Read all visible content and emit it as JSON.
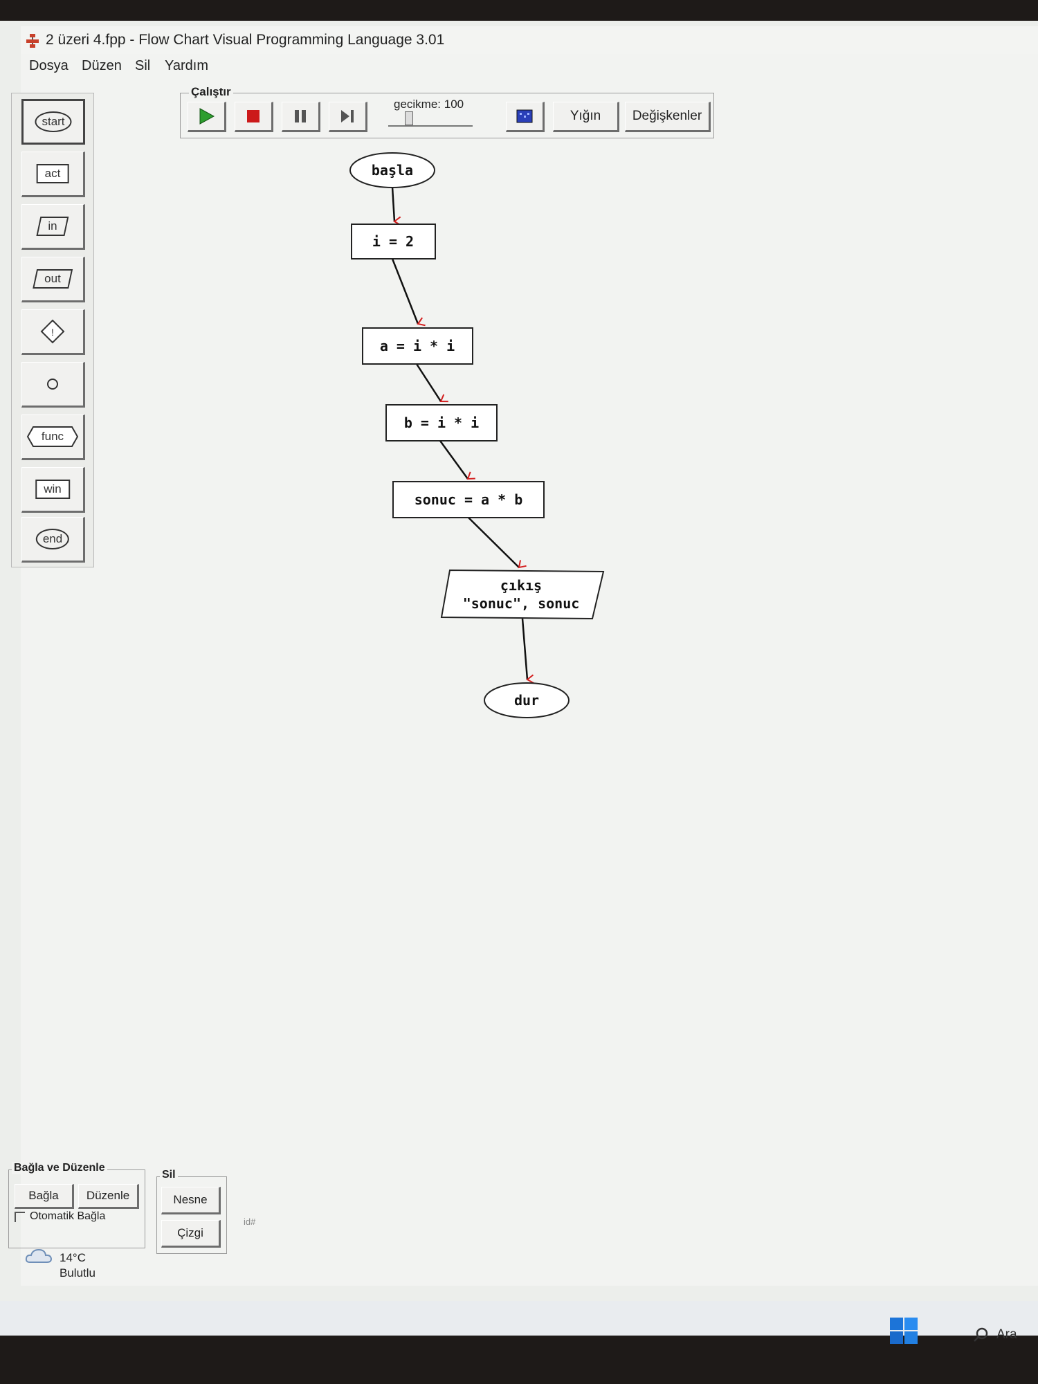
{
  "window": {
    "title": "2 üzeri 4.fpp - Flow Chart Visual Programming Language 3.01"
  },
  "menu": [
    "Dosya",
    "Düzen",
    "Sil",
    "Yardım"
  ],
  "palette": {
    "items": [
      "start",
      "act",
      "in",
      "out",
      "",
      "",
      "func",
      "win",
      "end"
    ]
  },
  "run_toolbar": {
    "legend": "Çalıştır",
    "delay_label": "gecikme: 100",
    "delay_value": 100,
    "stack_button": "Yığın",
    "variables_button": "Değişkenler"
  },
  "flowchart": {
    "start": "başla",
    "step1": "i = 2",
    "step2": "a = i * i",
    "step3": "b = i * i",
    "step4": "sonuc = a * b",
    "output_line1": "çıkış",
    "output_line2": "\"sonuc\", sonuc",
    "end": "dur"
  },
  "connect_group": {
    "legend": "Bağla ve Düzenle",
    "connect_button": "Bağla",
    "arrange_button": "Düzenle",
    "auto_connect_label": "Otomatik Bağla"
  },
  "delete_group": {
    "legend": "Sil",
    "object_button": "Nesne",
    "line_button": "Çizgi"
  },
  "status": {
    "id_label": "id#"
  },
  "weather": {
    "temp": "14°C",
    "desc": "Bulutlu"
  },
  "taskbar": {
    "search_label": "Ara"
  },
  "colors": {
    "run_green": "#2e9e2e",
    "stop_red": "#cc1a1a",
    "arrow_red": "#d42020"
  }
}
